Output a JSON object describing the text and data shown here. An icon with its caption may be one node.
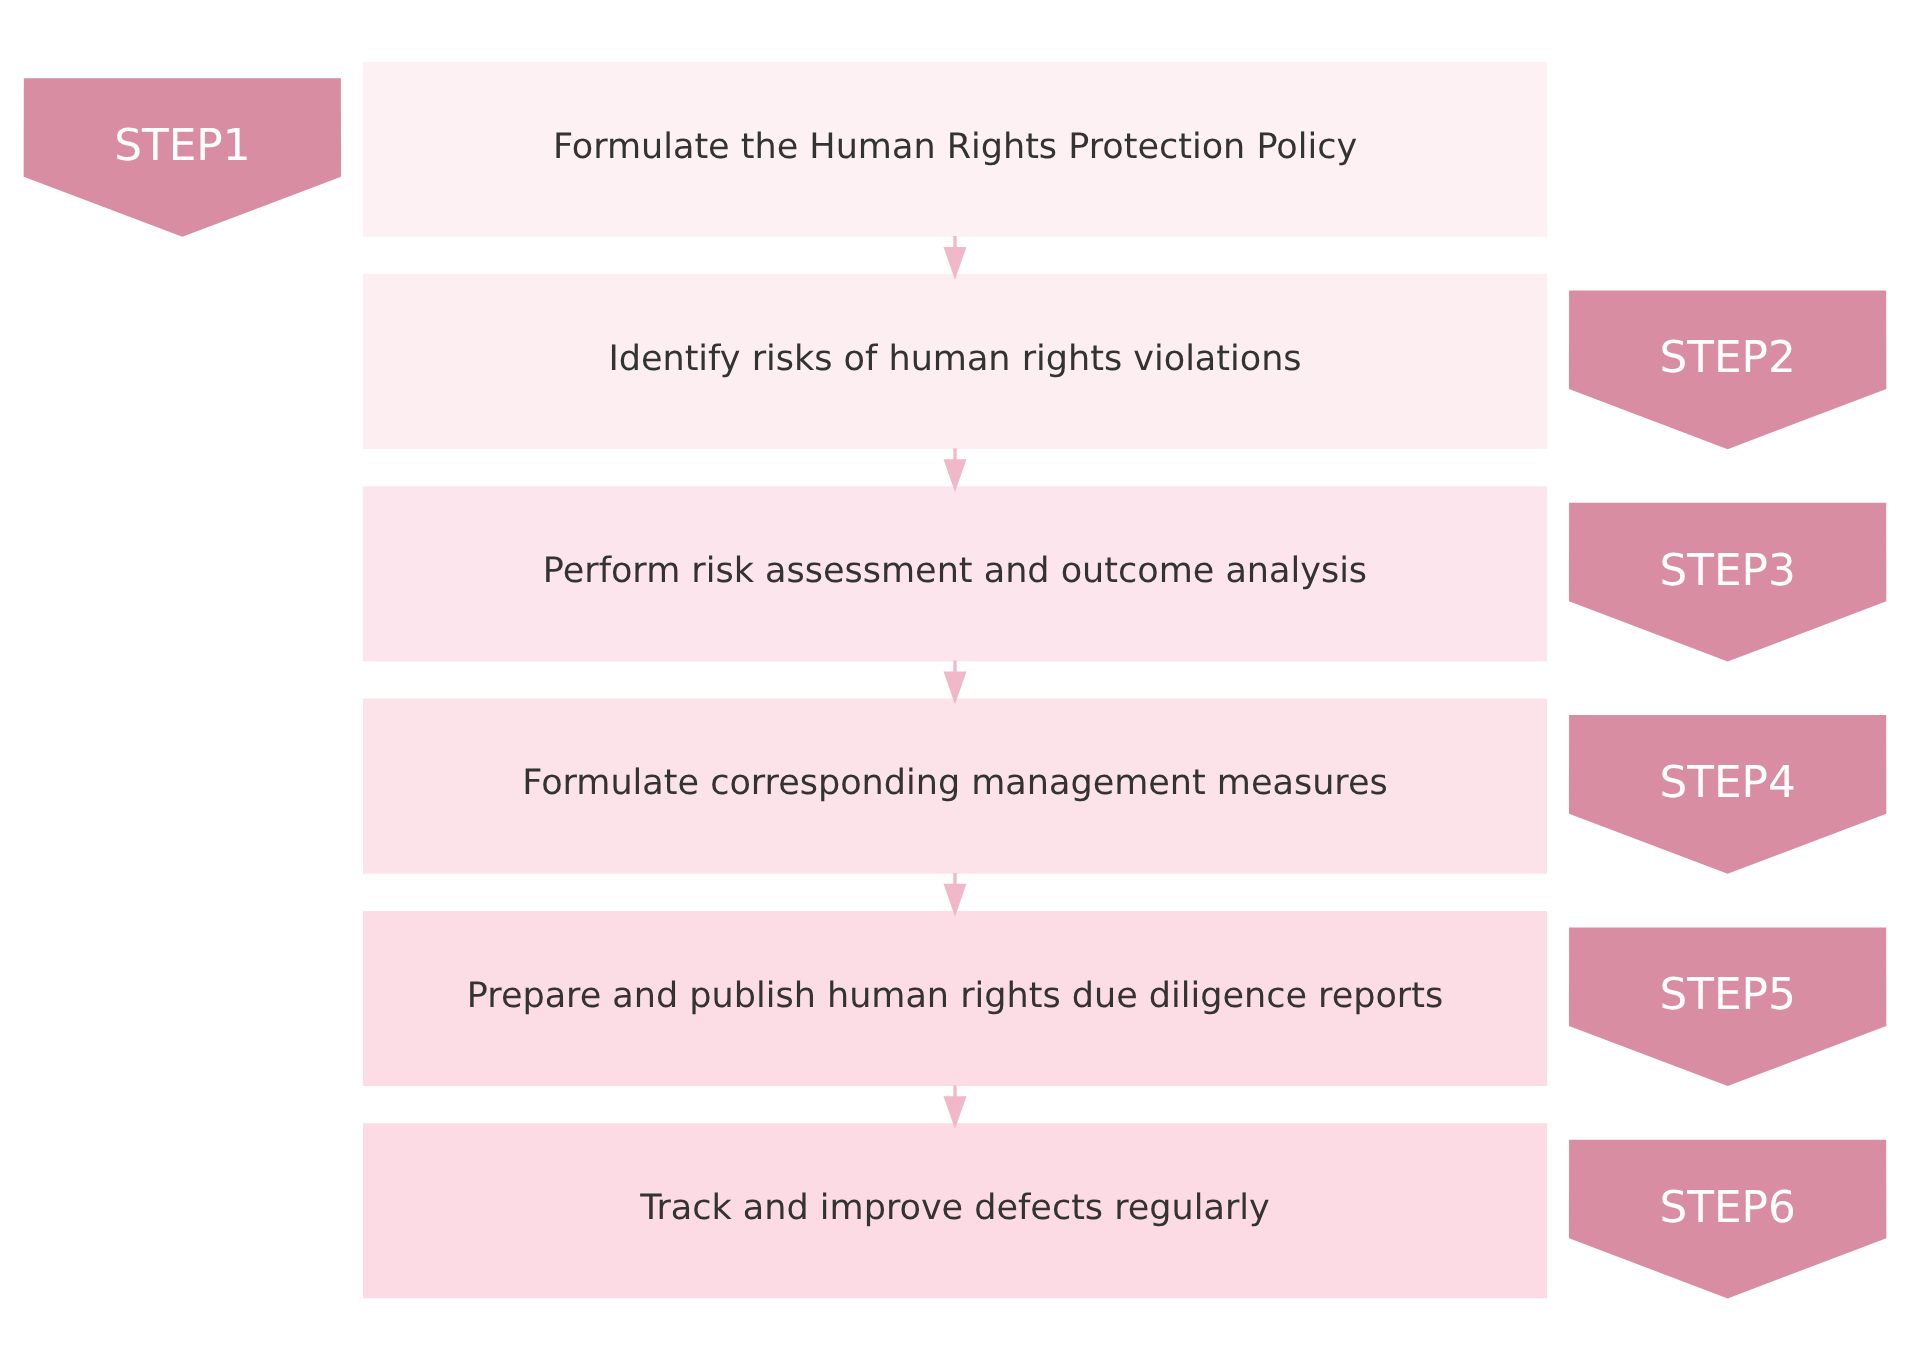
{
  "diagram": {
    "nodes": [
      {
        "text": [
          "STEP1"
        ]
      },
      {
        "text": [
          "Formulate the Human Rights Protection Policy"
        ]
      },
      {
        "text": [
          "STEP2"
        ]
      },
      {
        "text": [
          "Identify risks of human rights violations"
        ]
      },
      {
        "text": [
          "STEP3"
        ]
      },
      {
        "text": [
          "Perform risk assessment and outcome analysis"
        ]
      },
      {
        "text": [
          "STEP4"
        ]
      },
      {
        "text": [
          "Formulate corresponding management measures"
        ]
      },
      {
        "text": [
          "STEP5"
        ]
      },
      {
        "text": [
          "Prepare and publish human rights due diligence reports"
        ]
      },
      {
        "text": [
          "STEP6"
        ]
      },
      {
        "text": [
          "Track and improve defects regularly"
        ]
      }
    ],
    "edges": [
      {
        "from": 1,
        "to": 3,
        "arrow": "to"
      },
      {
        "from": 3,
        "to": 5,
        "arrow": "to"
      },
      {
        "from": 5,
        "to": 7,
        "arrow": "to"
      },
      {
        "from": 7,
        "to": 9,
        "arrow": "to"
      },
      {
        "from": 9,
        "to": 11,
        "arrow": "to"
      }
    ]
  }
}
